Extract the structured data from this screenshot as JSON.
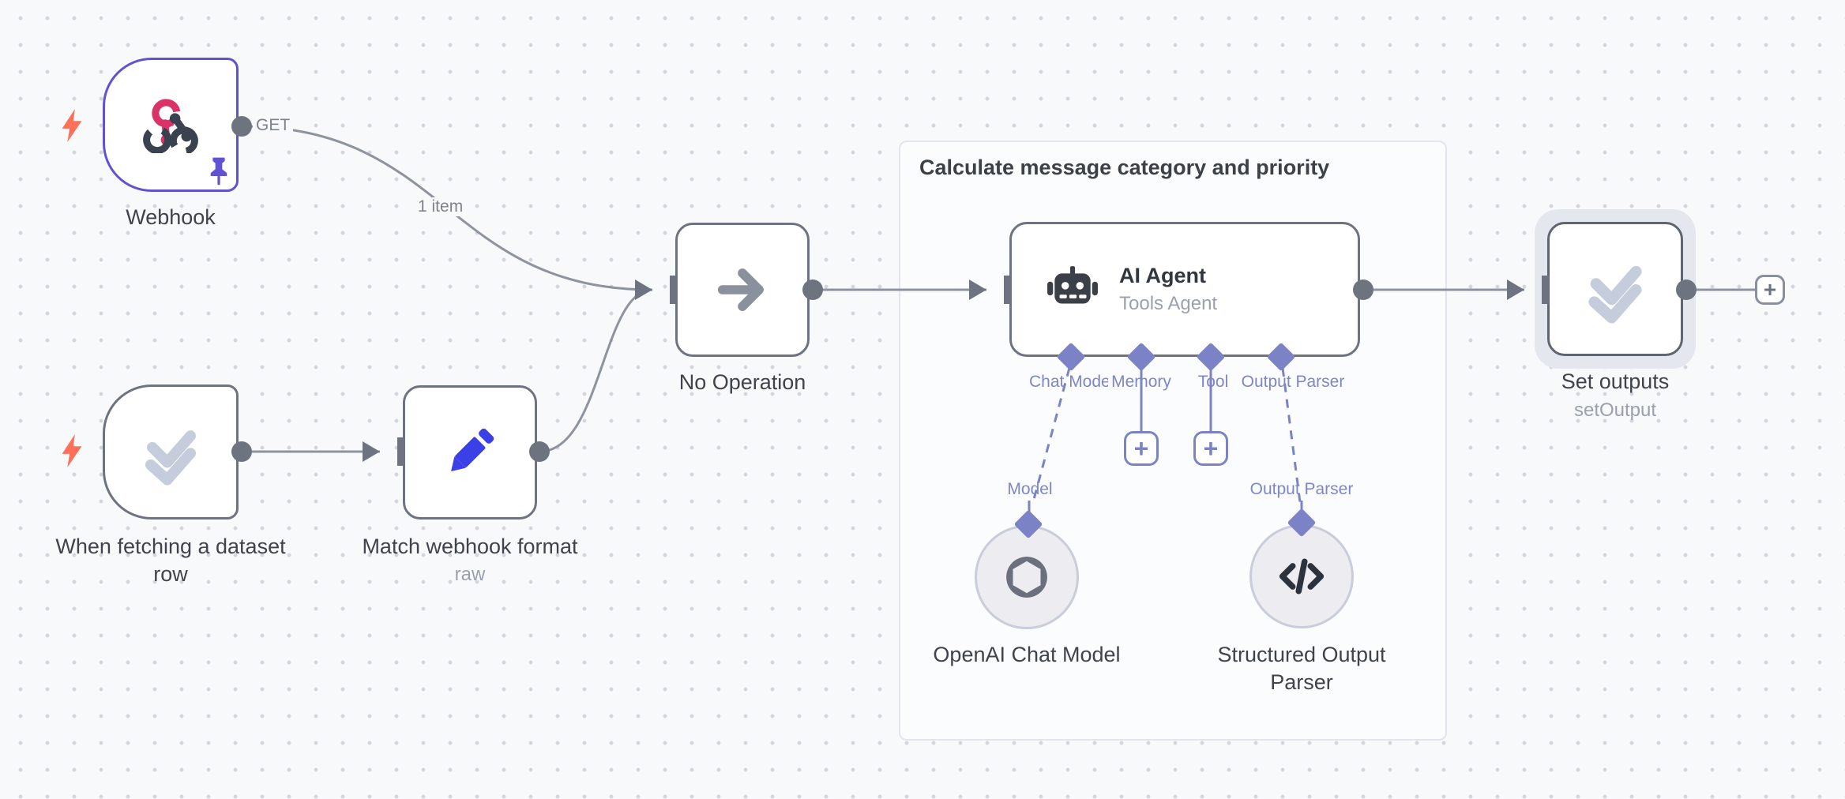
{
  "group": {
    "title": "Calculate message category and priority"
  },
  "edges": {
    "webhook_method": "GET",
    "item_count": "1 item"
  },
  "nodes": {
    "webhook": {
      "label": "Webhook"
    },
    "when_fetching": {
      "label": "When fetching a dataset row"
    },
    "match_format": {
      "label": "Match webhook format",
      "sublabel": "raw"
    },
    "no_operation": {
      "label": "No Operation"
    },
    "ai_agent": {
      "label": "AI Agent",
      "sublabel": "Tools Agent",
      "ports": {
        "chat_model": "Chat Model",
        "memory": "Memory",
        "tool": "Tool",
        "output_parser": "Output Parser"
      }
    },
    "openai_chat_model": {
      "label": "OpenAI Chat Model",
      "port_label": "Model"
    },
    "structured_output_parser": {
      "label": "Structured Output Parser",
      "port_label": "Output Parser"
    },
    "set_outputs": {
      "label": "Set outputs",
      "sublabel": "setOutput"
    }
  },
  "icons": {
    "plus": "+",
    "names": [
      "webhook-icon",
      "pin-icon",
      "lightning-bolt-icon",
      "double-check-icon",
      "pencil-icon",
      "arrow-right-icon",
      "robot-icon",
      "openai-icon",
      "code-icon",
      "plus-icon"
    ]
  },
  "colors": {
    "canvas_bg": "#f8f9fb",
    "node_border": "#6d7380",
    "selected_border": "#6152d4",
    "edge": "#8e949e",
    "ai_accent": "#7b83c6",
    "trigger_bolt": "#ff7059",
    "webhook_pink": "#d93368",
    "pencil_blue": "#3a3fe8",
    "check_gray": "#c5ccdc"
  }
}
